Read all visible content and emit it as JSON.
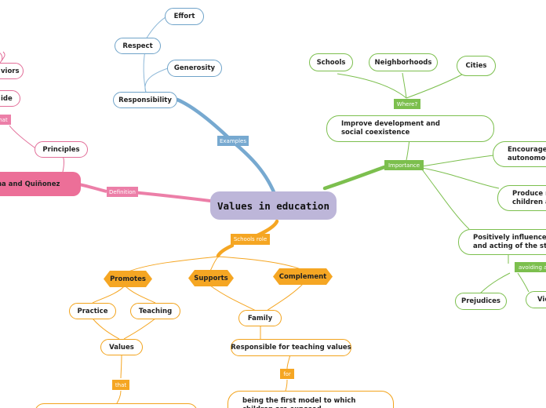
{
  "central": {
    "title": "Values in education"
  },
  "examples": {
    "tag": "Examples",
    "items": {
      "effort": "Effort",
      "respect": "Respect",
      "generosity": "Generosity",
      "responsibility": "Responsibility"
    }
  },
  "definition": {
    "tag": "Definition",
    "author_fragment": "na and Quiñonez",
    "principles": "Principles",
    "that_fragment": "hat",
    "behaviors_fragment": "viors",
    "guide_fragment": "ide"
  },
  "importance": {
    "tag": "Importance",
    "where_tag": "Where?",
    "schools": "Schools",
    "neighborhoods": "Neighborhoods",
    "cities": "Cities",
    "improve": "Improve development and social coexistence",
    "encourages": "Encourages s autonomous",
    "produce": "Produce m children an",
    "positively": "Positively influence the and acting of the stude",
    "avoiding_tag": "avoiding a",
    "prejudices": "Prejudices",
    "vio_fragment": "Vio"
  },
  "schools_role": {
    "tag": "Schools role",
    "promotes": "Promotes",
    "supports": "Supports",
    "complement": "Complement",
    "practice": "Practice",
    "teaching": "Teaching",
    "values": "Values",
    "that_tag": "that",
    "family": "Family",
    "responsible": "Responsible for teaching values",
    "for_tag": "for",
    "first_model": "being the first model to which children are exposed"
  }
}
